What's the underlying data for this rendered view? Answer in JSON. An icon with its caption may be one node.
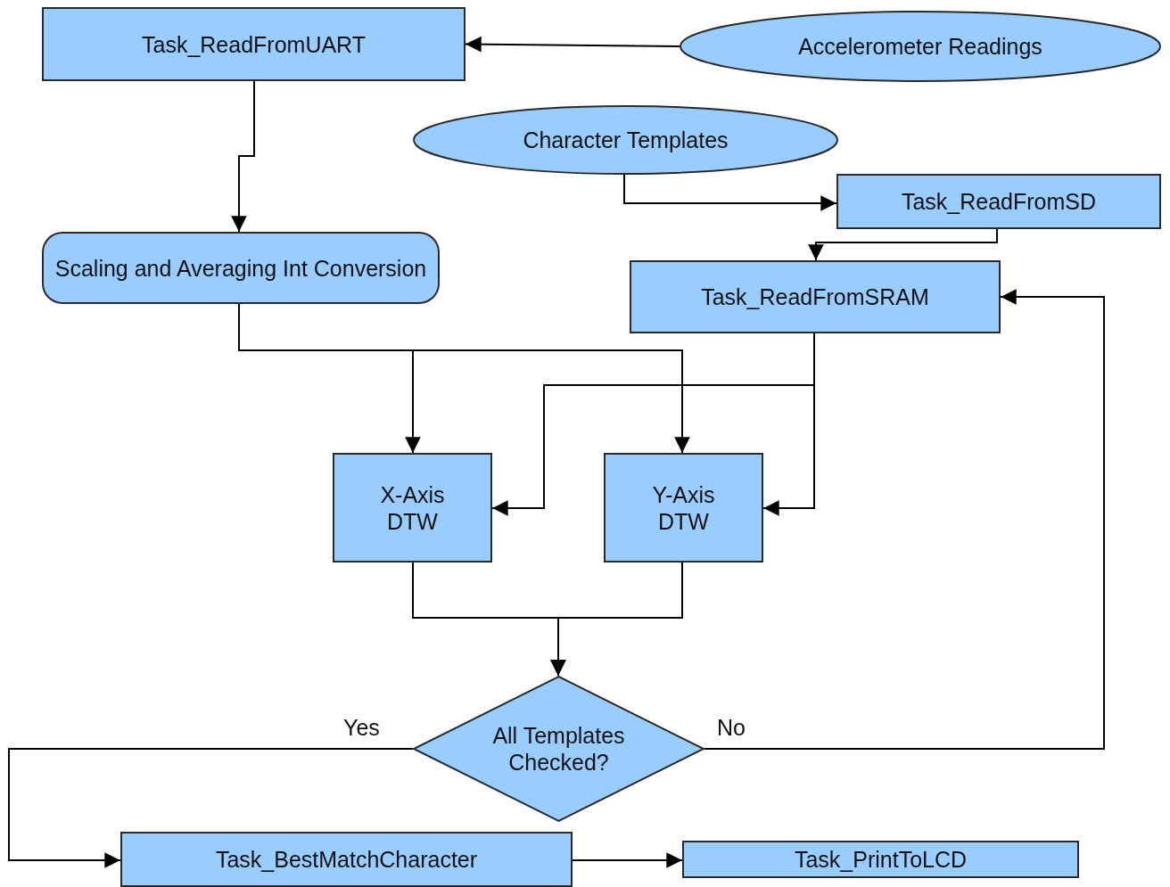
{
  "diagram": {
    "nodes": [
      {
        "text": [
          "Task_ReadFromUART"
        ]
      },
      {
        "text": [
          "Accelerometer Readings"
        ]
      },
      {
        "text": [
          "Character Templates"
        ]
      },
      {
        "text": [
          "Task_ReadFromSD"
        ]
      },
      {
        "text": [
          "Scaling and Averaging Int Conversion"
        ]
      },
      {
        "text": [
          "Task_ReadFromSRAM"
        ]
      },
      {
        "text": [
          "X-Axis DTW"
        ]
      },
      {
        "text": [
          "Y-Axis DTW"
        ]
      },
      {
        "text": [
          "All Templates Checked?"
        ]
      },
      {
        "text": [
          "Task_BestMatchCharacter"
        ]
      },
      {
        "text": [
          "Task_PrintToLCD"
        ]
      }
    ],
    "edges": [
      {
        "from": 1,
        "to": 0,
        "arrow": "to"
      },
      {
        "from": 0,
        "to": 4,
        "arrow": "to"
      },
      {
        "from": 2,
        "to": 3,
        "arrow": "to"
      },
      {
        "from": 3,
        "to": 5,
        "arrow": "to"
      },
      {
        "from": 4,
        "to": 6,
        "arrow": "to"
      },
      {
        "from": 4,
        "to": 7,
        "arrow": "to"
      },
      {
        "from": 5,
        "to": 6,
        "arrow": "to"
      },
      {
        "from": 5,
        "to": 7,
        "arrow": "to"
      },
      {
        "from": 6,
        "to": 8,
        "arrow": "to"
      },
      {
        "from": 7,
        "to": 8,
        "arrow": "to"
      },
      {
        "from": 8,
        "to": 9,
        "arrow": "to",
        "label": "Yes"
      },
      {
        "from": 8,
        "to": 5,
        "arrow": "to",
        "label": "No"
      },
      {
        "from": 9,
        "to": 10,
        "arrow": "to"
      }
    ]
  }
}
